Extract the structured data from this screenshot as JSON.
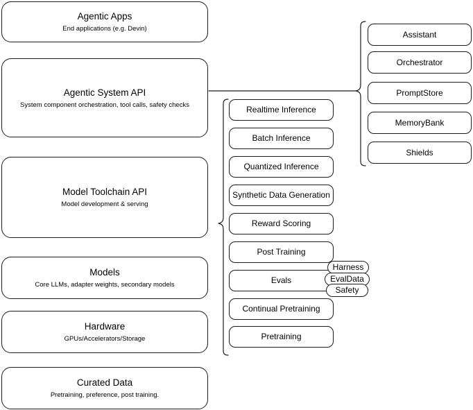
{
  "diagram": {
    "title": "AI stack layers diagram",
    "stroke_color": "#1a1a1a",
    "background_color": "#ffffff"
  },
  "stack_layers": [
    {
      "id": "agentic-apps",
      "title": "Agentic Apps",
      "subtitle": "End applications (e.g. Devin)"
    },
    {
      "id": "agentic-system-api",
      "title": "Agentic System API",
      "subtitle": "System component orchestration, tool calls, safety checks"
    },
    {
      "id": "model-toolchain-api",
      "title": "Model Toolchain API",
      "subtitle": "Model development & serving"
    },
    {
      "id": "models",
      "title": "Models",
      "subtitle": "Core LLMs, adapter weights, secondary models"
    },
    {
      "id": "hardware",
      "title": "Hardware",
      "subtitle": "GPUs/Accelerators/Storage"
    },
    {
      "id": "curated-data",
      "title": "Curated Data",
      "subtitle": "Pretraining, preference, post training."
    }
  ],
  "toolchain_components": [
    {
      "id": "realtime-inference",
      "label": "Realtime Inference"
    },
    {
      "id": "batch-inference",
      "label": "Batch Inference"
    },
    {
      "id": "quantized-inference",
      "label": "Quantized Inference"
    },
    {
      "id": "synthetic-data-generation",
      "label": "Synthetic Data Generation"
    },
    {
      "id": "reward-scoring",
      "label": "Reward Scoring"
    },
    {
      "id": "post-training",
      "label": "Post Training"
    },
    {
      "id": "evals",
      "label": "Evals"
    },
    {
      "id": "continual-pretraining",
      "label": "Continual Pretraining"
    },
    {
      "id": "pretraining",
      "label": "Pretraining"
    }
  ],
  "eval_badges": [
    {
      "id": "harness",
      "label": "Harness"
    },
    {
      "id": "evaldata",
      "label": "EvalData"
    },
    {
      "id": "safety",
      "label": "Safety"
    }
  ],
  "agentic_components": [
    {
      "id": "assistant",
      "label": "Assistant"
    },
    {
      "id": "orchestrator",
      "label": "Orchestrator"
    },
    {
      "id": "promptstore",
      "label": "PromptStore"
    },
    {
      "id": "memorybank",
      "label": "MemoryBank"
    },
    {
      "id": "shields",
      "label": "Shields"
    }
  ]
}
